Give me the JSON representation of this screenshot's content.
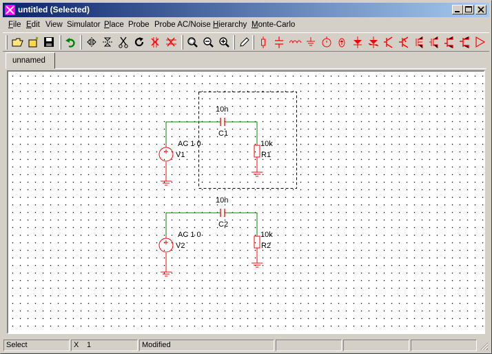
{
  "window": {
    "title": "untitled (Selected)"
  },
  "title_buttons": [
    "minimize-icon",
    "maximize-icon",
    "close-icon"
  ],
  "menu": [
    {
      "label": "File",
      "u": "F",
      "rest": "ile"
    },
    {
      "label": "Edit",
      "u": "E",
      "rest": "dit"
    },
    {
      "label": "View",
      "u": "",
      "rest": "View"
    },
    {
      "label": "Simulator",
      "u": "",
      "rest": "Simulator"
    },
    {
      "label": "Place",
      "u": "P",
      "rest": "lace"
    },
    {
      "label": "Probe",
      "u": "",
      "rest": "Probe"
    },
    {
      "label": "Probe AC/Noise",
      "u": "",
      "rest": "Probe AC/Noise"
    },
    {
      "label": "Hierarchy",
      "u": "H",
      "rest": "ierarchy"
    },
    {
      "label": "Monte-Carlo",
      "u": "M",
      "rest": "onte-Carlo"
    }
  ],
  "toolbar_icons": [
    "open-icon",
    "new-icon",
    "save-icon",
    "undo-icon",
    "mirror-icon",
    "flip-icon",
    "cut-icon",
    "rotate-icon",
    "delete-wire-icon",
    "disconnect-icon",
    "zoom-fit-icon",
    "zoom-out-icon",
    "zoom-in-icon",
    "pencil-icon",
    "resistor-icon",
    "capacitor-icon",
    "inductor-icon",
    "ground-icon",
    "voltage-source-icon",
    "current-source-icon",
    "diode-icon",
    "zener-icon",
    "npn-icon",
    "pnp-icon",
    "nmos-icon",
    "pmos-icon",
    "njfet-icon",
    "pjfet-icon",
    "opamp-icon"
  ],
  "tabs": [
    {
      "label": "unnamed"
    }
  ],
  "schematic": {
    "circuit1": {
      "cap_value": "10n",
      "cap_name": "C1",
      "source_value": "AC 1 0",
      "source_name": "V1",
      "res_value": "10k",
      "res_name": "R1"
    },
    "circuit2": {
      "cap_value": "10n",
      "cap_name": "C2",
      "source_value": "AC 1 0",
      "source_name": "V2",
      "res_value": "10k",
      "res_name": "R2"
    }
  },
  "colors": {
    "component": "#ff0000",
    "wire": "#008000",
    "selection": "#000000",
    "title_start": "#0a246a",
    "title_end": "#a6caf0"
  },
  "status": {
    "mode": "Select",
    "coord_label": "X",
    "coord_value": "1",
    "state": "Modified"
  }
}
